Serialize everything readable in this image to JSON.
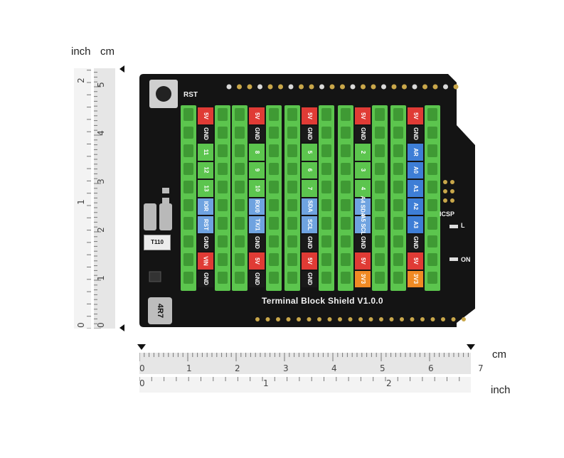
{
  "units": {
    "top_inch": "inch",
    "top_cm": "cm",
    "right_cm": "cm",
    "right_inch": "inch"
  },
  "vertical_ruler": {
    "inch_ticks": [
      "2",
      "1",
      "0"
    ],
    "cm_ticks": [
      "5",
      "4",
      "3",
      "2",
      "1",
      "0"
    ]
  },
  "horizontal_ruler": {
    "cm_ticks": [
      "0",
      "1",
      "2",
      "3",
      "4",
      "5",
      "6",
      "7"
    ],
    "inch_ticks": [
      "0",
      "1",
      "2"
    ]
  },
  "board": {
    "title": "Terminal Block Shield V1.0.0",
    "reset_label": "RST",
    "icsp_label": "ICSP",
    "led_l_label": "L",
    "led_on_label": "ON",
    "chip_label": "T110",
    "inductor_label": "4R7",
    "pcb_color": "#141414",
    "terminal_color": "#5cc54e"
  },
  "pin_blocks": [
    {
      "pins": [
        {
          "label": "5V",
          "color": "#e03b35"
        },
        {
          "label": "GND",
          "color": "#1a1a1a"
        },
        {
          "label": "11",
          "color": "#5cc54e"
        },
        {
          "label": "12",
          "color": "#5cc54e"
        },
        {
          "label": "13",
          "color": "#5cc54e"
        },
        {
          "label": "IOR",
          "color": "#6fa3e0"
        },
        {
          "label": "RST",
          "color": "#6fa3e0"
        },
        {
          "label": "GND",
          "color": "#1a1a1a"
        },
        {
          "label": "VIN",
          "color": "#e03b35"
        },
        {
          "label": "GND",
          "color": "#1a1a1a"
        }
      ]
    },
    {
      "pins": [
        {
          "label": "5V",
          "color": "#e03b35"
        },
        {
          "label": "GND",
          "color": "#1a1a1a"
        },
        {
          "label": "8",
          "color": "#5cc54e"
        },
        {
          "label": "9",
          "color": "#5cc54e"
        },
        {
          "label": "10",
          "color": "#5cc54e"
        },
        {
          "label": "RX/0",
          "color": "#6fa3e0"
        },
        {
          "label": "TX/1",
          "color": "#6fa3e0"
        },
        {
          "label": "GND",
          "color": "#1a1a1a"
        },
        {
          "label": "5V",
          "color": "#e03b35"
        },
        {
          "label": "GND",
          "color": "#1a1a1a"
        }
      ]
    },
    {
      "pins": [
        {
          "label": "5V",
          "color": "#e03b35"
        },
        {
          "label": "GND",
          "color": "#1a1a1a"
        },
        {
          "label": "5",
          "color": "#5cc54e"
        },
        {
          "label": "6",
          "color": "#5cc54e"
        },
        {
          "label": "7",
          "color": "#5cc54e"
        },
        {
          "label": "SDA",
          "color": "#6fa3e0"
        },
        {
          "label": "SCL",
          "color": "#6fa3e0"
        },
        {
          "label": "GND",
          "color": "#1a1a1a"
        },
        {
          "label": "5V",
          "color": "#e03b35"
        },
        {
          "label": "GND",
          "color": "#1a1a1a"
        }
      ]
    },
    {
      "pins": [
        {
          "label": "5V",
          "color": "#e03b35"
        },
        {
          "label": "GND",
          "color": "#1a1a1a"
        },
        {
          "label": "2",
          "color": "#5cc54e"
        },
        {
          "label": "3",
          "color": "#5cc54e"
        },
        {
          "label": "4",
          "color": "#5cc54e"
        },
        {
          "label": "A4 SDA",
          "color": "#6fa3e0"
        },
        {
          "label": "A5 SCL",
          "color": "#6fa3e0"
        },
        {
          "label": "GND",
          "color": "#1a1a1a"
        },
        {
          "label": "5V",
          "color": "#e03b35"
        },
        {
          "label": "3V3",
          "color": "#f08a24"
        }
      ]
    },
    {
      "pins": [
        {
          "label": "5V",
          "color": "#e03b35"
        },
        {
          "label": "GND",
          "color": "#1a1a1a"
        },
        {
          "label": "AR",
          "color": "#3e7ed6"
        },
        {
          "label": "A0",
          "color": "#3e7ed6"
        },
        {
          "label": "A1",
          "color": "#3e7ed6"
        },
        {
          "label": "A2",
          "color": "#3e7ed6"
        },
        {
          "label": "A3",
          "color": "#3e7ed6"
        },
        {
          "label": "GND",
          "color": "#1a1a1a"
        },
        {
          "label": "5V",
          "color": "#e03b35"
        },
        {
          "label": "3V3",
          "color": "#f08a24"
        }
      ]
    }
  ]
}
